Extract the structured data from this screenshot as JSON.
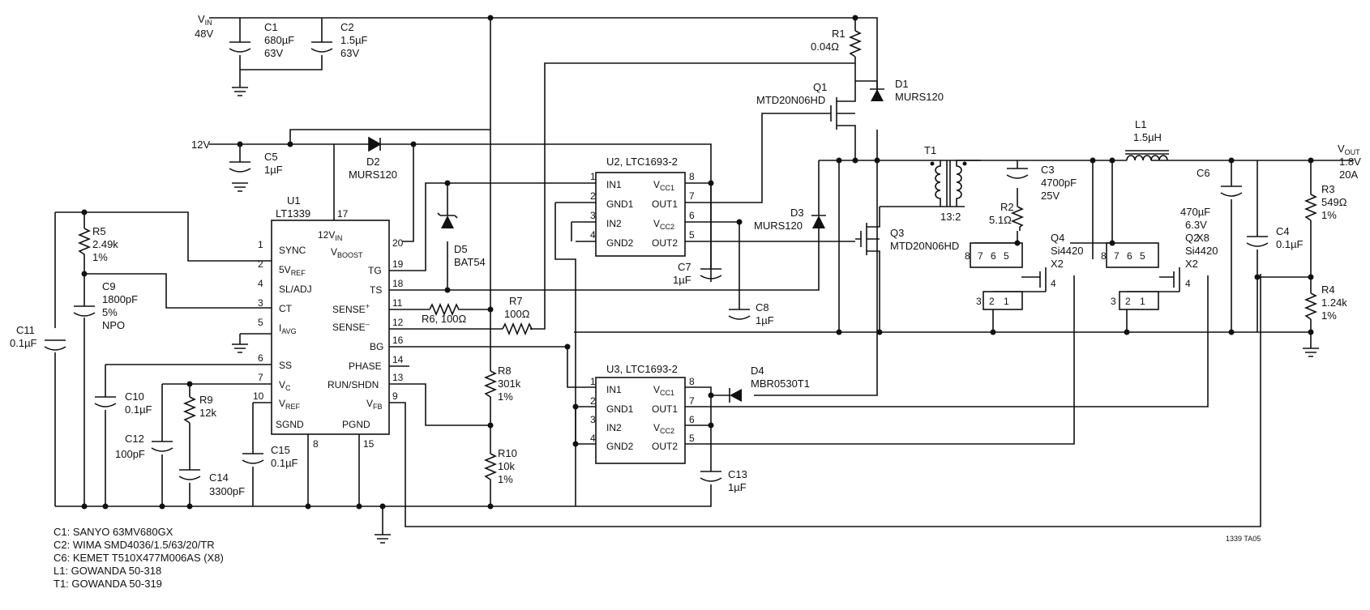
{
  "rails": {
    "vin": "V",
    "vin_sub": "IN",
    "vin_val": "48V",
    "v12": "12V",
    "vout": "V",
    "vout_sub": "OUT",
    "vout_val1": "1.8V",
    "vout_val2": "20A"
  },
  "components": {
    "c1": [
      "C1",
      "680µF",
      "63V"
    ],
    "c2": [
      "C2",
      "1.5µF",
      "63V"
    ],
    "c3": [
      "C3",
      "4700pF",
      "25V"
    ],
    "c4": [
      "C4",
      "0.1µF"
    ],
    "c5": [
      "C5",
      "1µF"
    ],
    "c6": [
      "C6",
      "470µF",
      "6.3V",
      "X8"
    ],
    "c7": [
      "C7",
      "1µF"
    ],
    "c8": [
      "C8",
      "1µF"
    ],
    "c9": [
      "C9",
      "1800pF",
      "5%",
      "NPO"
    ],
    "c10": [
      "C10",
      "0.1µF"
    ],
    "c11": [
      "C11",
      "0.1µF"
    ],
    "c12": [
      "C12",
      "100pF"
    ],
    "c13": [
      "C13",
      "1µF"
    ],
    "c14": [
      "C14",
      "3300pF"
    ],
    "c15": [
      "C15",
      "0.1µF"
    ],
    "r1": [
      "R1",
      "0.04Ω"
    ],
    "r2": [
      "R2",
      "5.1Ω"
    ],
    "r3": [
      "R3",
      "549Ω",
      "1%"
    ],
    "r4": [
      "R4",
      "1.24k",
      "1%"
    ],
    "r5": [
      "R5",
      "2.49k",
      "1%"
    ],
    "r6": "R6, 100Ω",
    "r7": [
      "R7",
      "100Ω"
    ],
    "r8": [
      "R8",
      "301k",
      "1%"
    ],
    "r9": [
      "R9",
      "12k"
    ],
    "r10": [
      "R10",
      "10k",
      "1%"
    ],
    "d1": [
      "D1",
      "MURS120"
    ],
    "d2": [
      "D2",
      "MURS120"
    ],
    "d3": [
      "D3",
      "MURS120"
    ],
    "d4": [
      "D4",
      "MBR0530T1"
    ],
    "d5": [
      "D5",
      "BAT54"
    ],
    "q1": [
      "Q1",
      "MTD20N06HD"
    ],
    "q2": [
      "Q2",
      "Si4420",
      "X2"
    ],
    "q3": [
      "Q3",
      "MTD20N06HD"
    ],
    "q4": [
      "Q4",
      "Si4420",
      "X2"
    ],
    "l1": [
      "L1",
      "1.5µH"
    ],
    "t1": [
      "T1",
      "13:2"
    ]
  },
  "u1": {
    "ref": "U1",
    "part": "LT1339",
    "top_pin": "12V",
    "top_pin_sub": "IN",
    "top_pin_num": "17",
    "left_pins": [
      {
        "num": "1",
        "name": "SYNC"
      },
      {
        "num": "2",
        "name": "5V",
        "sub": "REF"
      },
      {
        "num": "4",
        "name": "SL/ADJ"
      },
      {
        "num": "3",
        "name": "CT"
      },
      {
        "num": "5",
        "name": "I",
        "sub": "AVG"
      },
      {
        "num": "6",
        "name": "SS"
      },
      {
        "num": "7",
        "name": "V",
        "sub": "C"
      },
      {
        "num": "10",
        "name": "V",
        "sub": "REF"
      }
    ],
    "right_pins": [
      {
        "num": "20",
        "name": "V",
        "sub": "BOOST"
      },
      {
        "num": "19",
        "name": "TG"
      },
      {
        "num": "18",
        "name": "TS"
      },
      {
        "num": "11",
        "name": "SENSE",
        "sup": "+"
      },
      {
        "num": "12",
        "name": "SENSE",
        "sup": "–"
      },
      {
        "num": "16",
        "name": "BG"
      },
      {
        "num": "14",
        "name": "PHASE"
      },
      {
        "num": "13",
        "name": "RUN/SHDN"
      },
      {
        "num": "9",
        "name": "V",
        "sub": "FB"
      }
    ],
    "bottom_pins": [
      {
        "num": "8",
        "name": "SGND"
      },
      {
        "num": "15",
        "name": "PGND"
      }
    ]
  },
  "u2": {
    "title": "U2, LTC1693-2",
    "left_pins": [
      {
        "num": "1",
        "name": "IN1"
      },
      {
        "num": "2",
        "name": "GND1"
      },
      {
        "num": "3",
        "name": "IN2"
      },
      {
        "num": "4",
        "name": "GND2"
      }
    ],
    "right_pins": [
      {
        "num": "8",
        "name": "V",
        "sub": "CC1"
      },
      {
        "num": "7",
        "name": "OUT1"
      },
      {
        "num": "6",
        "name": "V",
        "sub": "CC2"
      },
      {
        "num": "5",
        "name": "OUT2"
      }
    ]
  },
  "u3": {
    "title": "U3, LTC1693-2",
    "left_pins": [
      {
        "num": "1",
        "name": "IN1"
      },
      {
        "num": "2",
        "name": "GND1"
      },
      {
        "num": "3",
        "name": "IN2"
      },
      {
        "num": "4",
        "name": "GND2"
      }
    ],
    "right_pins": [
      {
        "num": "8",
        "name": "V",
        "sub": "CC1"
      },
      {
        "num": "7",
        "name": "OUT1"
      },
      {
        "num": "6",
        "name": "V",
        "sub": "CC2"
      },
      {
        "num": "5",
        "name": "OUT2"
      }
    ]
  },
  "mosfet_pins": {
    "drain": [
      "8",
      "7",
      "6",
      "5"
    ],
    "source": [
      "3",
      "2",
      "1"
    ],
    "gate": "4"
  },
  "notes": [
    "C1: SANYO 63MV680GX",
    "C2: WIMA SMD4036/1.5/63/20/TR",
    "C6: KEMET T510X477M006AS (X8)",
    "L1: GOWANDA 50-318",
    "T1: GOWANDA 50-319"
  ],
  "figure_id": "1339 TA05"
}
